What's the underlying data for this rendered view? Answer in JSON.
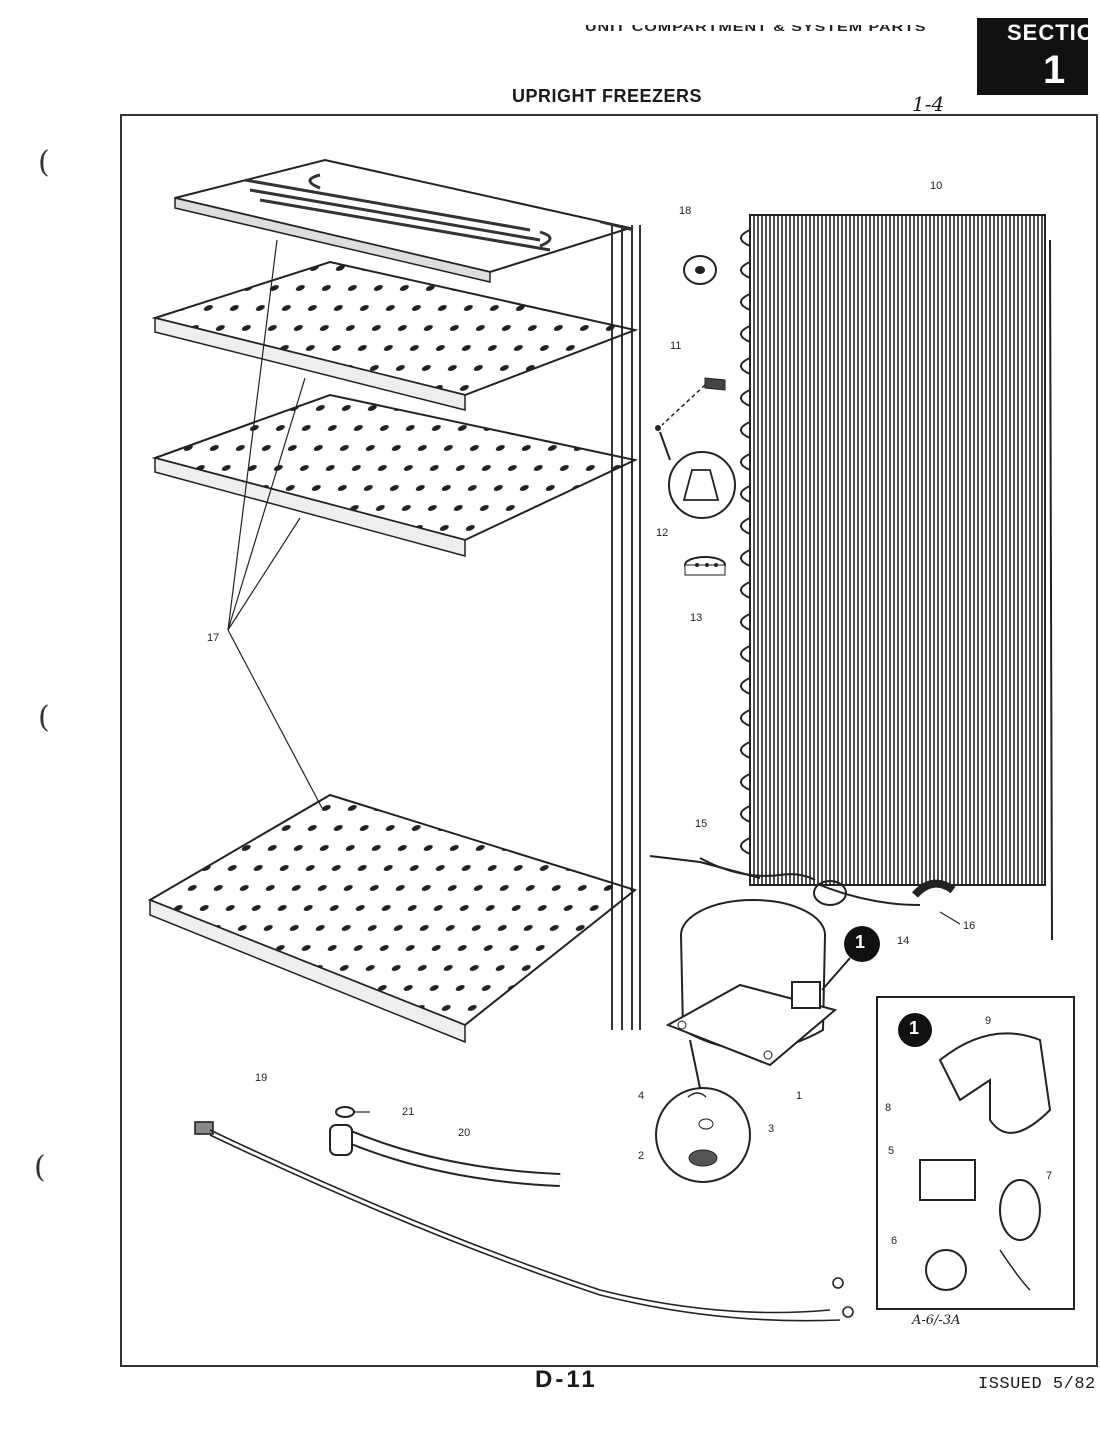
{
  "header": {
    "top_label": "UNIT COMPARTMENT & SYSTEM PARTS",
    "section_word": "SECTIO",
    "section_number": "1",
    "title": "UPRIGHT FREEZERS",
    "hand_note": "1-4"
  },
  "callouts": {
    "c1": "1",
    "c2": "2",
    "c3": "3",
    "c4": "4",
    "c5": "5",
    "c6": "6",
    "c7": "7",
    "c8": "8",
    "c9": "9",
    "c10": "10",
    "c11": "11",
    "c12": "12",
    "c13": "13",
    "c14": "14",
    "c15": "15",
    "c16": "16",
    "c17": "17",
    "c18": "18",
    "c19": "19",
    "c20": "20",
    "c21": "21"
  },
  "detail_marker": "1",
  "art_code": "A-6/-3A",
  "footer": {
    "page_code": "D-11",
    "issued": "ISSUED 5/82"
  }
}
